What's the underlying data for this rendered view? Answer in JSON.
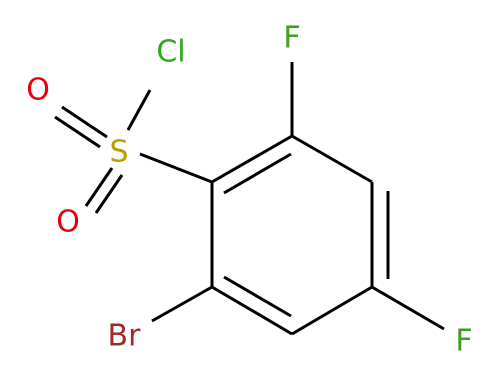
{
  "colors": {
    "bond": "#000000",
    "S": "#b2a100",
    "O": "#e8000b",
    "F": "#3f9f1c",
    "Cl": "#2faa1c",
    "Br": "#a0292a"
  },
  "atoms": {
    "sulfur": "S",
    "oxygen_top": "O",
    "oxygen_bottom": "O",
    "chlorine": "Cl",
    "fluorine_top": "F",
    "fluorine_right": "F",
    "bromine": "Br"
  }
}
